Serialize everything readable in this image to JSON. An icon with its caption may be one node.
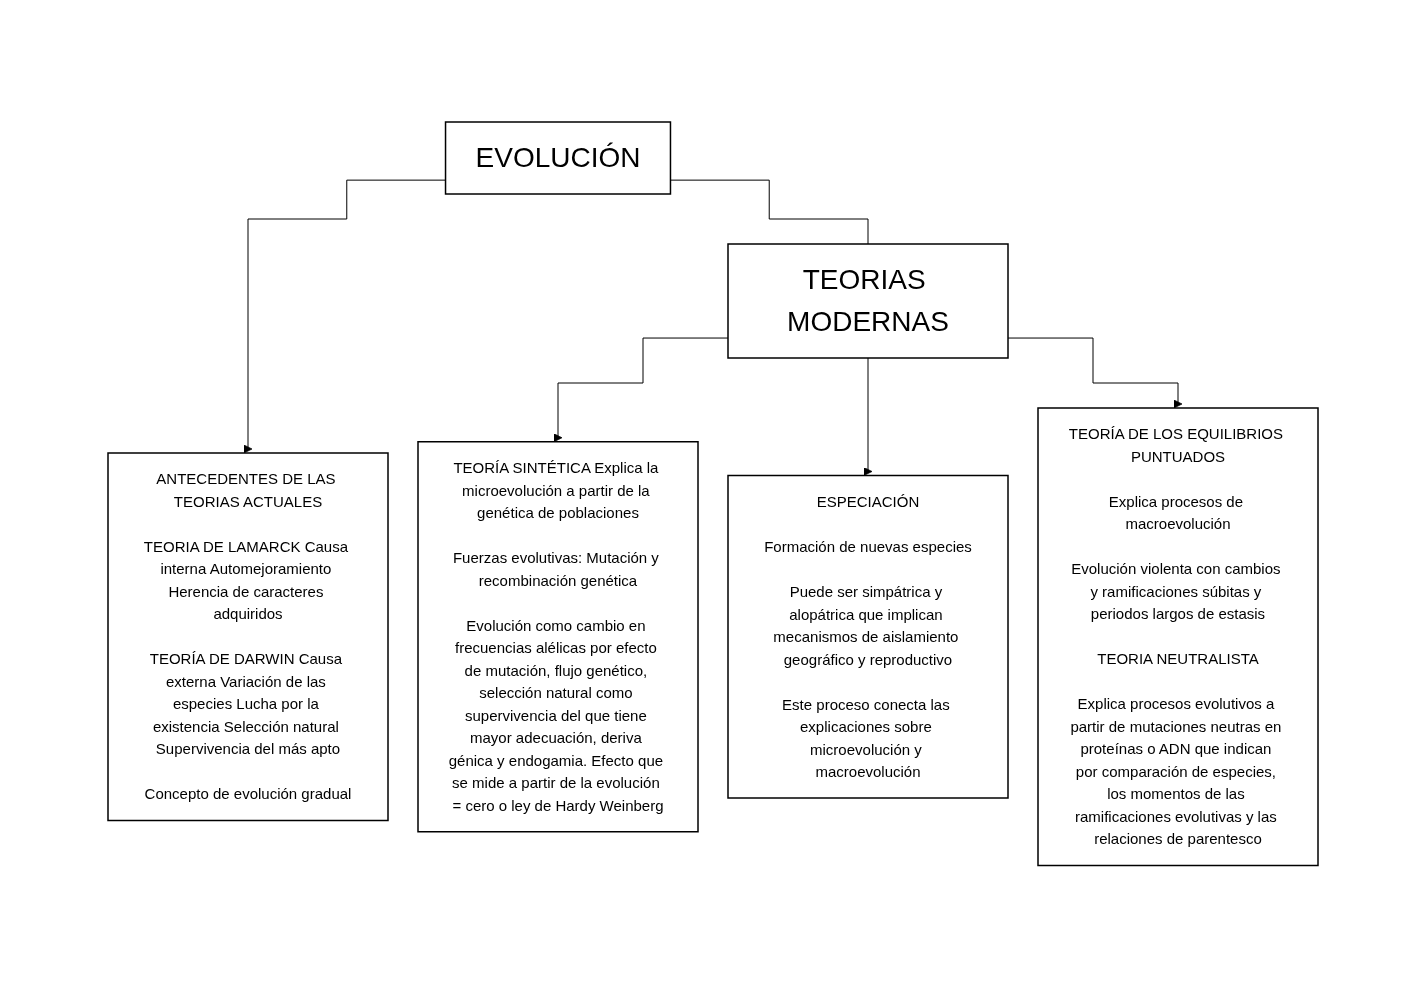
{
  "diagram": {
    "nodes": [
      {
        "text": [
          "EVOLUCIÓN"
        ]
      },
      {
        "text": [
          "ANTECEDENTES DE LAS TEORIAS ACTUALES",
          "TEORIA DE LAMARCK Causa interna Automejoramiento Herencia de caracteres adquiridos",
          "TEORÍA DE DARWIN Causa externa Variación de las especies Lucha por la existencia Selección natural Supervivencia del más apto",
          "Concepto de evolución gradual"
        ]
      },
      {
        "text": [
          "TEORIAS MODERNAS"
        ]
      },
      {
        "text": [
          "TEORÍA SINTÉTICA Explica la microevolución a partir de la genética de poblaciones",
          "Fuerzas evolutivas: Mutación y recombinación genética",
          "Evolución como cambio en frecuencias alélicas por efecto de mutación, flujo genético, selección natural como supervivencia del que tiene mayor adecuación, deriva génica y endogamia. Efecto que se mide a partir de la evolución = cero o ley de Hardy Weinberg"
        ]
      },
      {
        "text": [
          "ESPECIACIÓN",
          "Formación de nuevas especies",
          "Puede ser simpátrica y alopátrica que implican mecanismos de aislamiento geográfico y reproductivo",
          "Este proceso conecta las explicaciones sobre microevolución y macroevolución"
        ]
      },
      {
        "text": [
          "TEORÍA DE LOS EQUILIBRIOS PUNTUADOS",
          "Explica procesos de macroevolución",
          "Evolución violenta con cambios y ramificaciones súbitas y periodos largos de estasis",
          "TEORIA NEUTRALISTA",
          "Explica procesos evolutivos a partir de mutaciones neutras en proteínas o ADN que indican por comparación de especies, los momentos de las ramificaciones evolutivas y las relaciones de parentesco"
        ]
      }
    ],
    "edges": [
      {
        "from": 0,
        "to": 1,
        "arrow": "to"
      },
      {
        "from": 0,
        "to": 2,
        "arrow": "none"
      },
      {
        "from": 2,
        "to": 3,
        "arrow": "to"
      },
      {
        "from": 2,
        "to": 4,
        "arrow": "to"
      },
      {
        "from": 2,
        "to": 5,
        "arrow": "to"
      }
    ]
  }
}
